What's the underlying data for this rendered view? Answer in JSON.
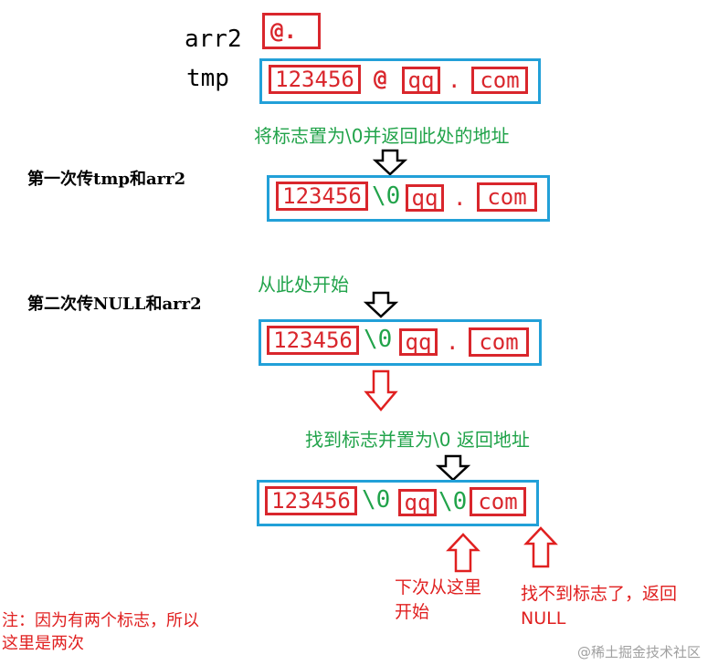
{
  "labels": {
    "arr2": "arr2",
    "tmp": "tmp"
  },
  "arr2_box": "@.",
  "row0": {
    "num": "123456",
    "at": "@",
    "qq": "qq",
    "dot": ".",
    "com": "com"
  },
  "notes": {
    "set_null": "将标志置为\\0并返回此处的地址",
    "first_call": "第一次传tmp和arr2",
    "from_here": "从此处开始",
    "second_call": "第二次传NULL和arr2",
    "find_set": "找到标志并置为\\0 返回地址",
    "next_start": "下次从这里\n开始",
    "not_found": "找不到标志了，返回\nNULL",
    "footnote": "注：因为有两个标志，所以\n这里是两次"
  },
  "row1": {
    "num": "123456",
    "sep": "\\0",
    "qq": "qq",
    "dot": ".",
    "com": "com"
  },
  "row2": {
    "num": "123456",
    "sep": "\\0",
    "qq": "qq",
    "dot": ".",
    "com": "com"
  },
  "row3": {
    "num": "123456",
    "sep": "\\0",
    "qq": "qq",
    "sep2": "\\0",
    "com": "com"
  },
  "watermark": "@稀土掘金技术社区",
  "colors": {
    "green": "#21a34a",
    "red": "#e02020",
    "blue": "#22a0d8",
    "black": "#000000"
  }
}
